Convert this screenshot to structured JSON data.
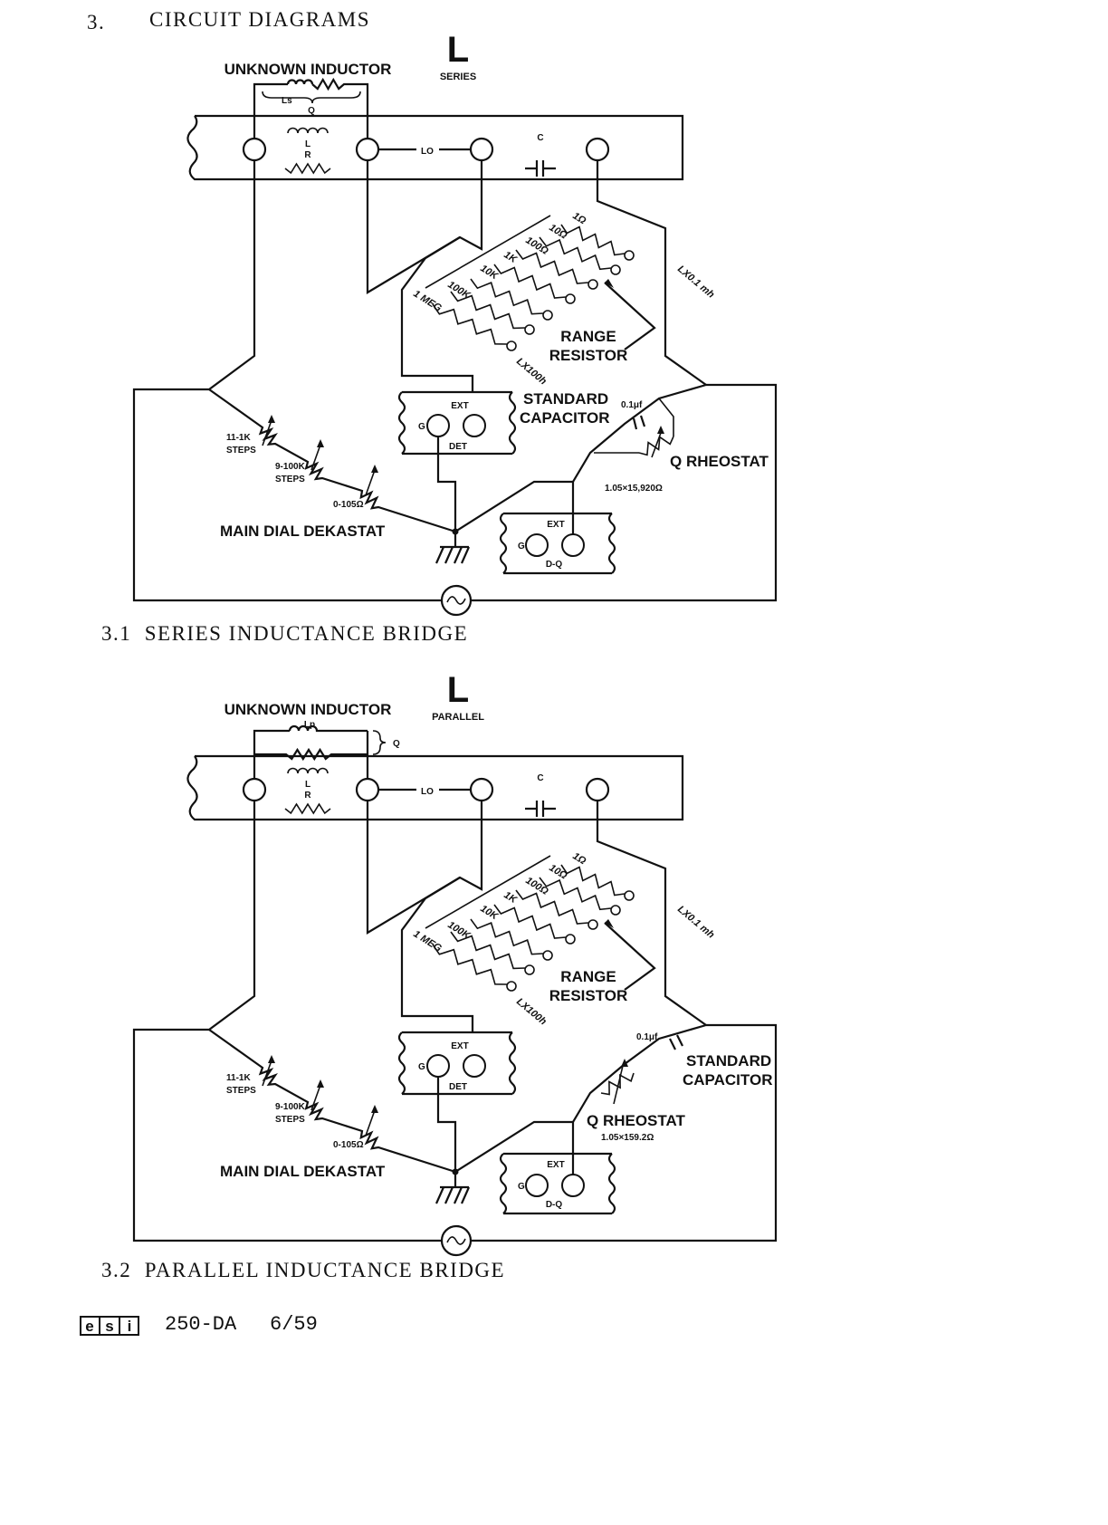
{
  "page": {
    "section_number": "3.",
    "section_title": "CIRCUIT DIAGRAMS",
    "footer_model": "250-DA",
    "footer_date": "6/59",
    "logo_text": "esi"
  },
  "diagrams": [
    {
      "caption": "3.1  SERIES INDUCTANCE BRIDGE",
      "symbol": "L",
      "mode": "SERIES",
      "unknown_inductor": "UNKNOWN INDUCTOR",
      "ind_sub": "Ls",
      "q": "Q",
      "panel_l": "L",
      "panel_r": "R",
      "lo": "LO",
      "c": "C",
      "range_values": [
        "1Ω",
        "10Ω",
        "100Ω",
        "1K",
        "10K",
        "100K",
        "1 MEG"
      ],
      "range_label_1": "RANGE",
      "range_label_2": "RESISTOR",
      "lx_bottom": "LX100h",
      "lx_right": "LX0.1 mh",
      "steps_a_1": "11-1K",
      "steps_a_2": "STEPS",
      "steps_b_1": "9-100K",
      "steps_b_2": "STEPS",
      "steps_c": "0-105Ω",
      "main_dial": "MAIN DIAL DEKASTAT",
      "std_cap_1": "STANDARD",
      "std_cap_2": "CAPACITOR",
      "cap_value": "0.1μf",
      "q_rheostat": "Q RHEOSTAT",
      "rheostat_value": "1.05×15,920Ω",
      "det_ext": "EXT",
      "det_g": "G",
      "det_label": "DET",
      "dq_ext": "EXT",
      "dq_g": "G",
      "dq_label": "D-Q"
    },
    {
      "caption": "3.2  PARALLEL INDUCTANCE BRIDGE",
      "symbol": "L",
      "mode": "PARALLEL",
      "unknown_inductor": "UNKNOWN INDUCTOR",
      "ind_sub": "Lp",
      "q": "Q",
      "panel_l": "L",
      "panel_r": "R",
      "lo": "LO",
      "c": "C",
      "range_values": [
        "1Ω",
        "10Ω",
        "100Ω",
        "1K",
        "10K",
        "100K",
        "1 MEG"
      ],
      "range_label_1": "RANGE",
      "range_label_2": "RESISTOR",
      "lx_bottom": "LX100h",
      "lx_right": "LX0.1 mh",
      "steps_a_1": "11-1K",
      "steps_a_2": "STEPS",
      "steps_b_1": "9-100K",
      "steps_b_2": "STEPS",
      "steps_c": "0-105Ω",
      "main_dial": "MAIN DIAL DEKASTAT",
      "std_cap_1": "STANDARD",
      "std_cap_2": "CAPACITOR",
      "cap_value": "0.1μf",
      "q_rheostat": "Q RHEOSTAT",
      "rheostat_value": "1.05×159.2Ω",
      "det_ext": "EXT",
      "det_g": "G",
      "det_label": "DET",
      "dq_ext": "EXT",
      "dq_g": "G",
      "dq_label": "D-Q"
    }
  ]
}
